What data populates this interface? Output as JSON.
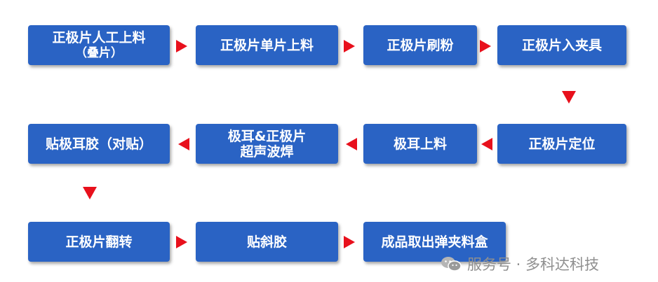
{
  "steps": [
    {
      "line1": "正极片人工上料",
      "line2": "（叠片）"
    },
    {
      "line1": "正极片单片上料",
      "line2": ""
    },
    {
      "line1": "正极片刷粉",
      "line2": ""
    },
    {
      "line1": "正极片入夹具",
      "line2": ""
    },
    {
      "line1": "正极片定位",
      "line2": ""
    },
    {
      "line1": "极耳上料",
      "line2": ""
    },
    {
      "line1": "极耳&正极片",
      "line2": "超声波焊"
    },
    {
      "line1": "贴极耳胶（对贴）",
      "line2": ""
    },
    {
      "line1": "正极片翻转",
      "line2": ""
    },
    {
      "line1": "贴斜胶",
      "line2": ""
    },
    {
      "line1": "成品取出弹夹料盒",
      "line2": ""
    }
  ],
  "watermark": {
    "text": "服务号 · 多科达科技",
    "icon": "wechat-icon"
  },
  "colors": {
    "box": "#2a63c4",
    "arrow": "#e8101c",
    "watermark": "#8f8f8f"
  }
}
